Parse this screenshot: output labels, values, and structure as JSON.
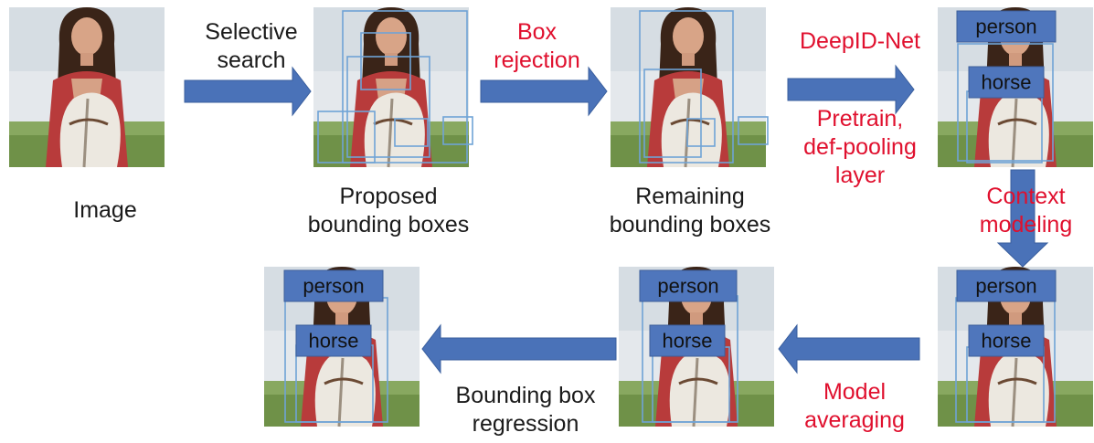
{
  "steps": {
    "input_caption": "Image",
    "proposal_method": [
      "Selective",
      "search"
    ],
    "proposal_caption": [
      "Proposed",
      "bounding boxes"
    ],
    "rejection_method": [
      "Box",
      "rejection"
    ],
    "rejection_caption": [
      "Remaining",
      "bounding boxes"
    ],
    "classifier": "DeepID-Net",
    "classifier_note": [
      "Pretrain,",
      "def-pooling",
      "layer"
    ],
    "context_step": [
      "Context",
      "modeling"
    ],
    "averaging_step": [
      "Model",
      "averaging"
    ],
    "regression_step": [
      "Bounding box",
      "regression"
    ]
  },
  "detection_tags": {
    "person": "person",
    "horse": "horse"
  },
  "colors": {
    "arrow": "#4a72b8",
    "arrow_edge": "#3a5f9e",
    "step_text_red": "#e0102e",
    "step_text_black": "#1a1a1a",
    "tag_fill": "#4f76bc",
    "box_outline": "#6fa3d6"
  }
}
